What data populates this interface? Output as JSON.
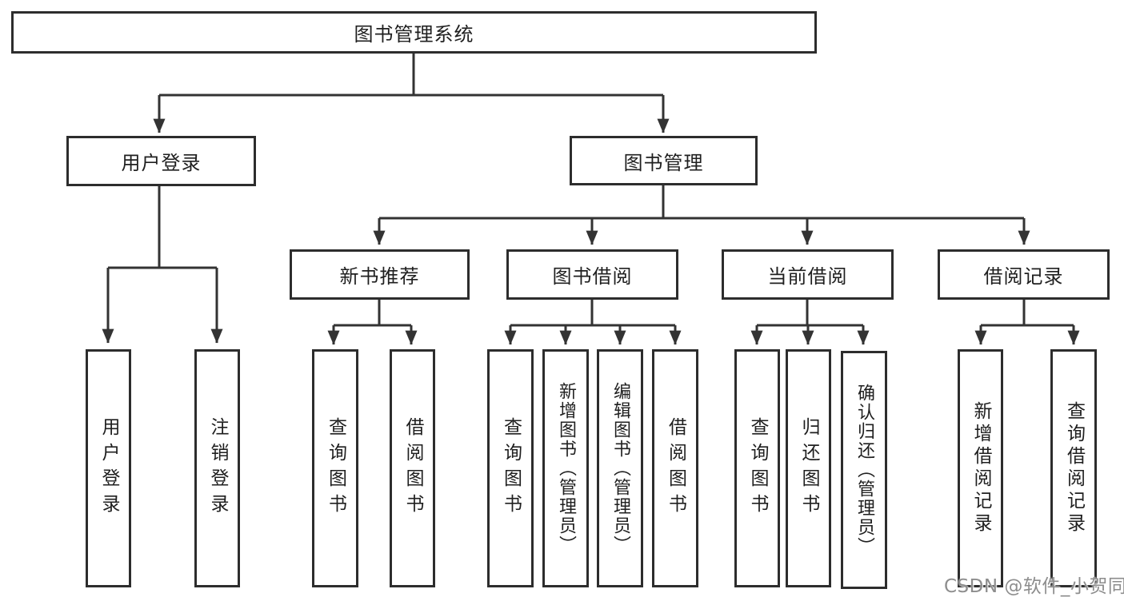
{
  "tree": {
    "root": {
      "label": "图书管理系统"
    },
    "branches": [
      {
        "label": "用户登录",
        "children": [
          {
            "label": "用户登录"
          },
          {
            "label": "注销登录"
          }
        ]
      },
      {
        "label": "图书管理",
        "children": [
          {
            "label": "新书推荐",
            "children": [
              {
                "label": "查询图书"
              },
              {
                "label": "借阅图书"
              }
            ]
          },
          {
            "label": "图书借阅",
            "children": [
              {
                "label": "查询图书"
              },
              {
                "label": "新增图书（管理员）"
              },
              {
                "label": "编辑图书（管理员）"
              },
              {
                "label": "借阅图书"
              }
            ]
          },
          {
            "label": "当前借阅",
            "children": [
              {
                "label": "查询图书"
              },
              {
                "label": "归还图书"
              },
              {
                "label": "确认归还（管理员）"
              }
            ]
          },
          {
            "label": "借阅记录",
            "children": [
              {
                "label": "新增借阅记录"
              },
              {
                "label": "查询借阅记录"
              }
            ]
          }
        ]
      }
    ]
  },
  "watermark": {
    "text": "CSDN @软件_小贺同学"
  },
  "colors": {
    "background": "#ffffff",
    "line": "#333333",
    "box_border": "#2d2d2d",
    "text": "#1f1f1f",
    "watermark": "#8d8d8d"
  }
}
